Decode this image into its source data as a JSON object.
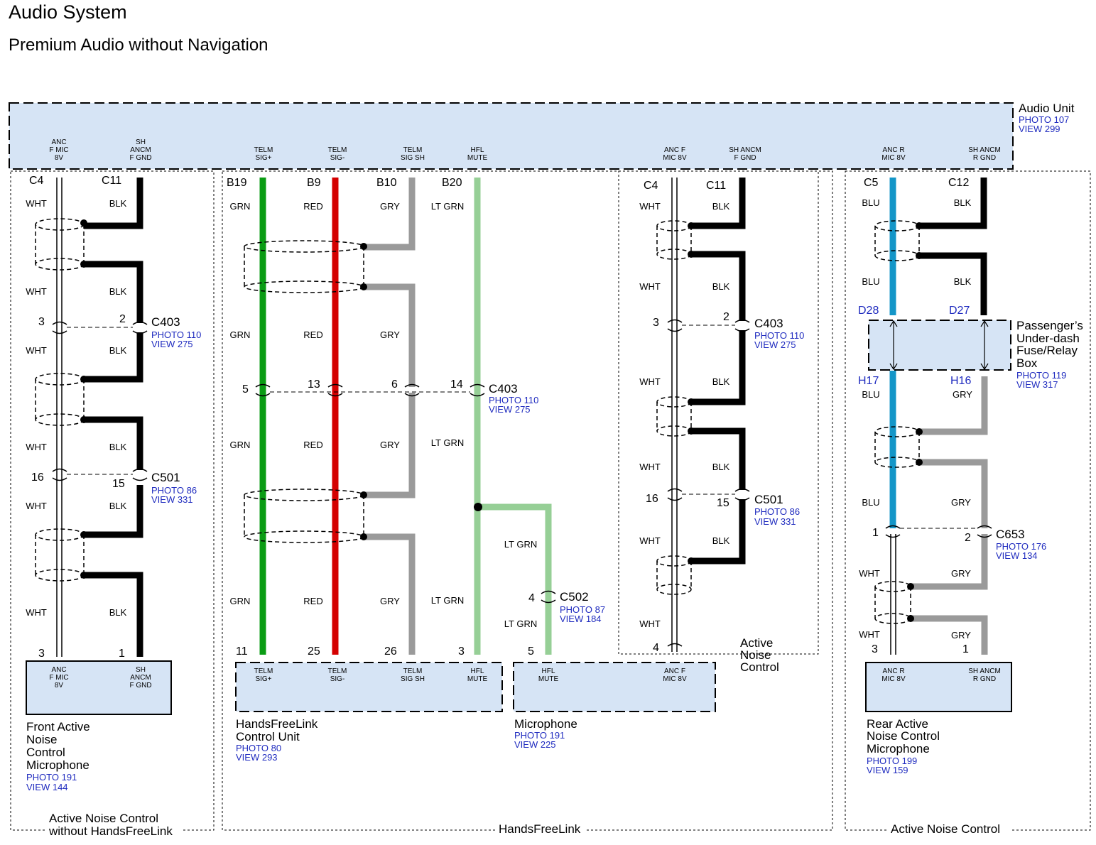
{
  "header": {
    "title": "Audio System",
    "subtitle": "Premium Audio without Navigation"
  },
  "colors": {
    "box_fill": "#d6e4f5",
    "GRN": "#0a9c14",
    "RED": "#d40000",
    "GRY": "#9a9a9a",
    "LT GRN": "#96cf96",
    "BLU": "#1496c8",
    "BLK": "#000000",
    "WHT": "#ffffff",
    "ref_text": "#1f2bbf"
  },
  "audio_unit": {
    "name": "Audio Unit",
    "photo": "PHOTO 107",
    "view": "VIEW 299",
    "pins": [
      [
        "ANC",
        "F MIC",
        "8V"
      ],
      [
        "SH",
        "ANCM",
        "F GND"
      ],
      [
        "TELM",
        "SIG+"
      ],
      [
        "TELM",
        "SIG-"
      ],
      [
        "TELM",
        "SIG SH"
      ],
      [
        "HFL",
        "MUTE"
      ],
      [
        "ANC F",
        "MIC 8V"
      ],
      [
        "SH ANCM",
        "F GND"
      ],
      [
        "ANC R",
        "MIC 8V"
      ],
      [
        "SH ANCM",
        "R GND"
      ]
    ]
  },
  "connectors": {
    "c403": {
      "name": "C403",
      "photo": "PHOTO 110",
      "view": "VIEW 275"
    },
    "c501": {
      "name": "C501",
      "photo": "PHOTO 86",
      "view": "VIEW 331"
    },
    "c502": {
      "name": "C502",
      "photo": "PHOTO 87",
      "view": "VIEW 184"
    },
    "c653": {
      "name": "C653",
      "photo": "PHOTO 176",
      "view": "VIEW 134"
    }
  },
  "fuse_box": {
    "name_lines": [
      "Passenger’s",
      "Under-dash",
      "Fuse/Relay",
      "Box"
    ],
    "photo": "PHOTO 119",
    "view": "VIEW 317"
  },
  "pin_numbers": {
    "C4": "C4",
    "C11": "C11",
    "C5": "C5",
    "C12": "C12",
    "B19": "B19",
    "B9": "B9",
    "B10": "B10",
    "B20": "B20",
    "D28": "D28",
    "D27": "D27",
    "H17": "H17",
    "H16": "H16",
    "n1": "1",
    "n2": "2",
    "n3": "3",
    "n4": "4",
    "n5": "5",
    "n6": "6",
    "n11": "11",
    "n13": "13",
    "n14": "14",
    "n15": "15",
    "n16": "16",
    "n25": "25",
    "n26": "26"
  },
  "wire_colors": {
    "WHT": "WHT",
    "BLK": "BLK",
    "GRN": "GRN",
    "RED": "RED",
    "GRY": "GRY",
    "LT GRN": "LT GRN",
    "BLU": "BLU"
  },
  "components": {
    "front_mic": {
      "pins": [
        [
          "ANC",
          "F MIC",
          "8V"
        ],
        [
          "SH",
          "ANCM",
          "F GND"
        ]
      ],
      "name_lines": [
        "Front Active",
        "Noise",
        "Control",
        "Microphone"
      ],
      "photo": "PHOTO 191",
      "view": "VIEW 144"
    },
    "hfl_unit": {
      "pins": [
        [
          "TELM",
          "SIG+"
        ],
        [
          "TELM",
          "SIG-"
        ],
        [
          "TELM",
          "SIG SH"
        ],
        [
          "HFL",
          "MUTE"
        ]
      ],
      "name_lines": [
        "HandsFreeLink",
        "Control Unit"
      ],
      "photo": "PHOTO 80",
      "view": "VIEW 293"
    },
    "microphone": {
      "pins": [
        [
          "HFL",
          "MUTE"
        ],
        [
          "ANC F",
          "MIC 8V"
        ]
      ],
      "name_lines": [
        "Microphone"
      ],
      "photo": "PHOTO 191",
      "view": "VIEW 225"
    },
    "rear_mic": {
      "pins": [
        [
          "ANC R",
          "MIC 8V"
        ],
        [
          "SH ANCM",
          "R GND"
        ]
      ],
      "name_lines": [
        "Rear Active",
        "Noise Control",
        "Microphone"
      ],
      "photo": "PHOTO 199",
      "view": "VIEW 159"
    }
  },
  "regions": {
    "anc_without_hfl": [
      "Active Noise Control",
      "without HandsFreeLink"
    ],
    "hfl": "HandsFreeLink",
    "anc_inner": [
      "Active",
      "Noise",
      "Control"
    ],
    "anc_right": "Active Noise Control"
  }
}
